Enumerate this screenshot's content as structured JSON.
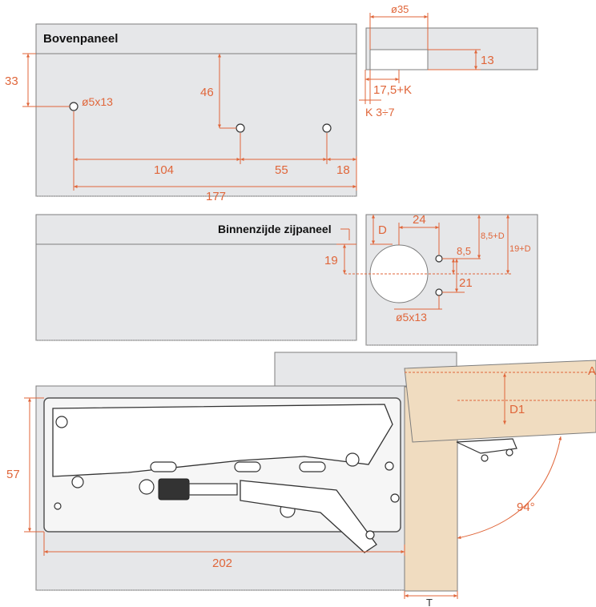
{
  "labels": {
    "top_panel": "Bovenpaneel",
    "side_panel": "Binnenzijde zijpaneel"
  },
  "top_view": {
    "hole_dim": "ø5x13",
    "edge_offset": "33",
    "hole_offset": "46",
    "dim_104": "104",
    "dim_55": "55",
    "dim_18": "18",
    "dim_177": "177"
  },
  "top_section": {
    "bore": "ø35",
    "depth": "13",
    "offset": "17,5+K",
    "k": "K 3÷7"
  },
  "side_view": {
    "d": "D",
    "dim_24": "24",
    "dim_85": "8,5",
    "dim_85d": "8,5+D",
    "dim_19d": "19+D",
    "dim_19": "19",
    "dim_21": "21",
    "hole_dim": "ø5x13"
  },
  "mechanism": {
    "height": "57",
    "length": "202",
    "d1": "D1",
    "angle": "94°",
    "t": "T",
    "a": "A"
  },
  "colors": {
    "dimension": "#e0663a",
    "panel": "#e6e7e9",
    "door": "#f0dcc0",
    "outline": "#7d7d7d"
  }
}
